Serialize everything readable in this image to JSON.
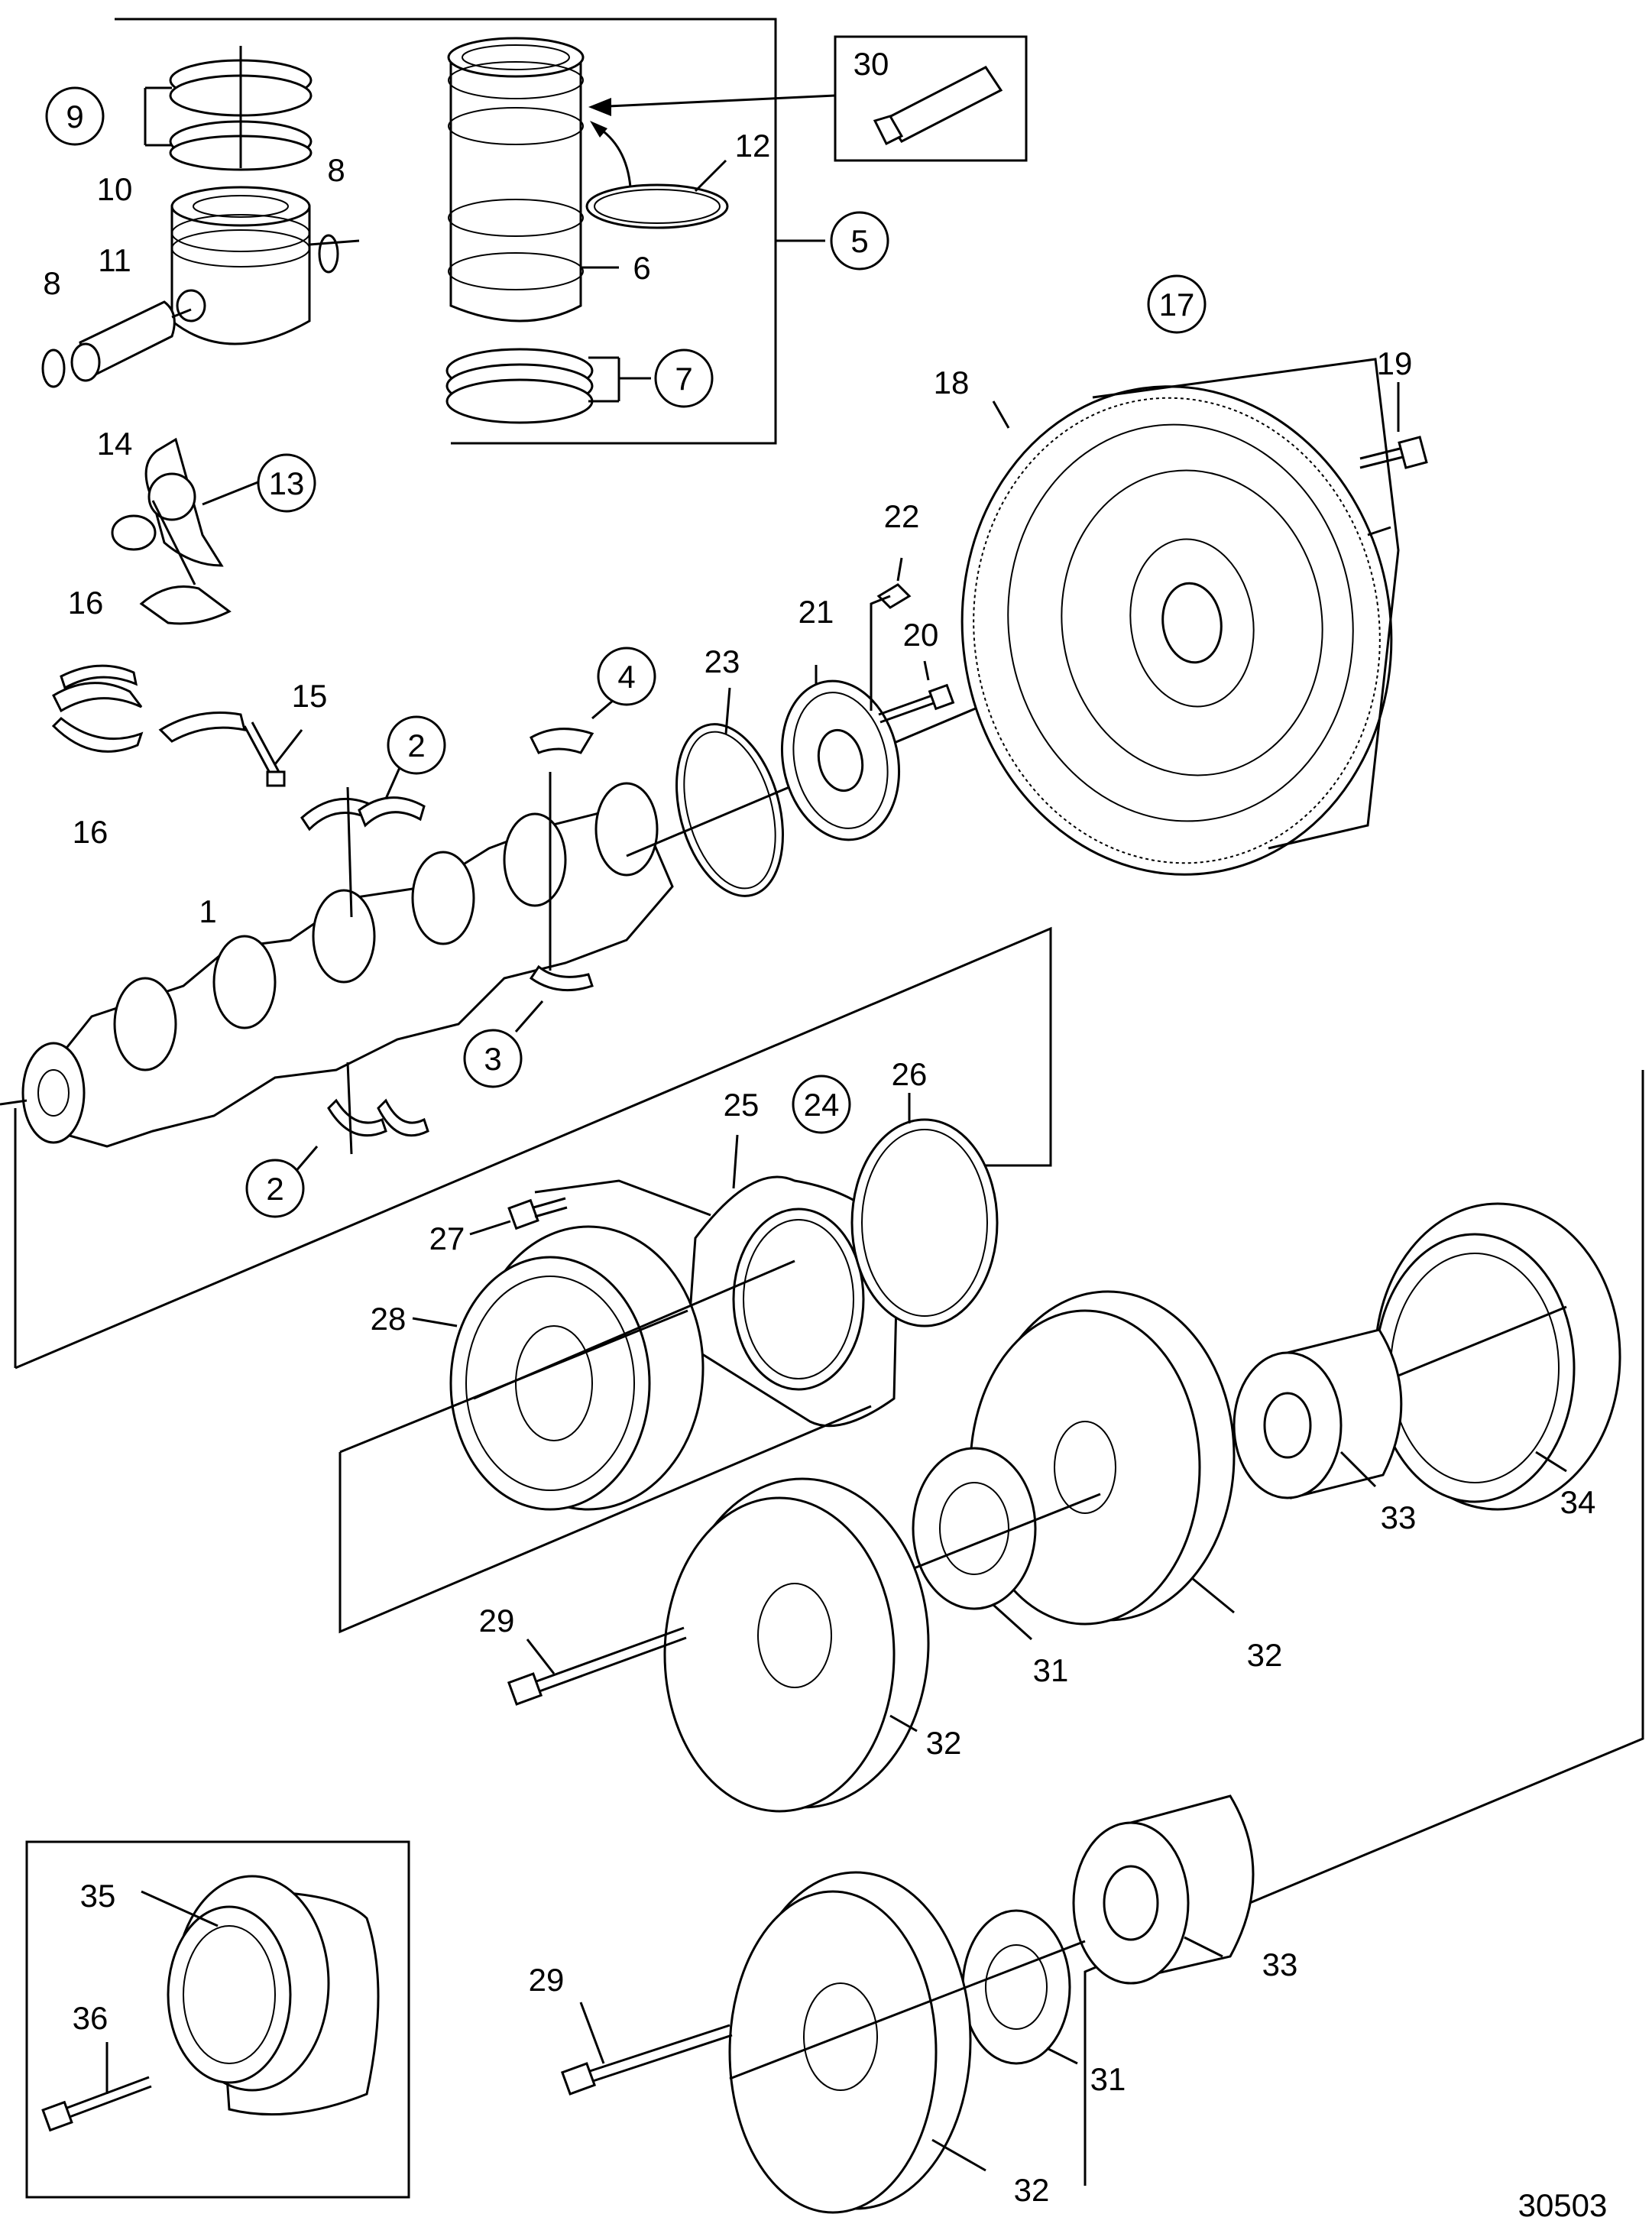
{
  "callouts": {
    "c1": "1",
    "c2a": "2",
    "c2b": "2",
    "c3": "3",
    "c4": "4",
    "c5": "5",
    "c6": "6",
    "c7": "7",
    "c8a": "8",
    "c8b": "8",
    "c9": "9",
    "c10": "10",
    "c11": "11",
    "c12": "12",
    "c13": "13",
    "c14": "14",
    "c15": "15",
    "c16a": "16",
    "c16b": "16",
    "c17": "17",
    "c18": "18",
    "c19": "19",
    "c20": "20",
    "c21": "21",
    "c22": "22",
    "c23": "23",
    "c24": "24",
    "c25": "25",
    "c26": "26",
    "c27": "27",
    "c28": "28",
    "c29a": "29",
    "c29b": "29",
    "c30": "30",
    "c31a": "31",
    "c31b": "31",
    "c32a": "32",
    "c32b": "32",
    "c32c": "32",
    "c33a": "33",
    "c33b": "33",
    "c34": "34",
    "c35": "35",
    "c36": "36"
  },
  "figure_number": "30503"
}
